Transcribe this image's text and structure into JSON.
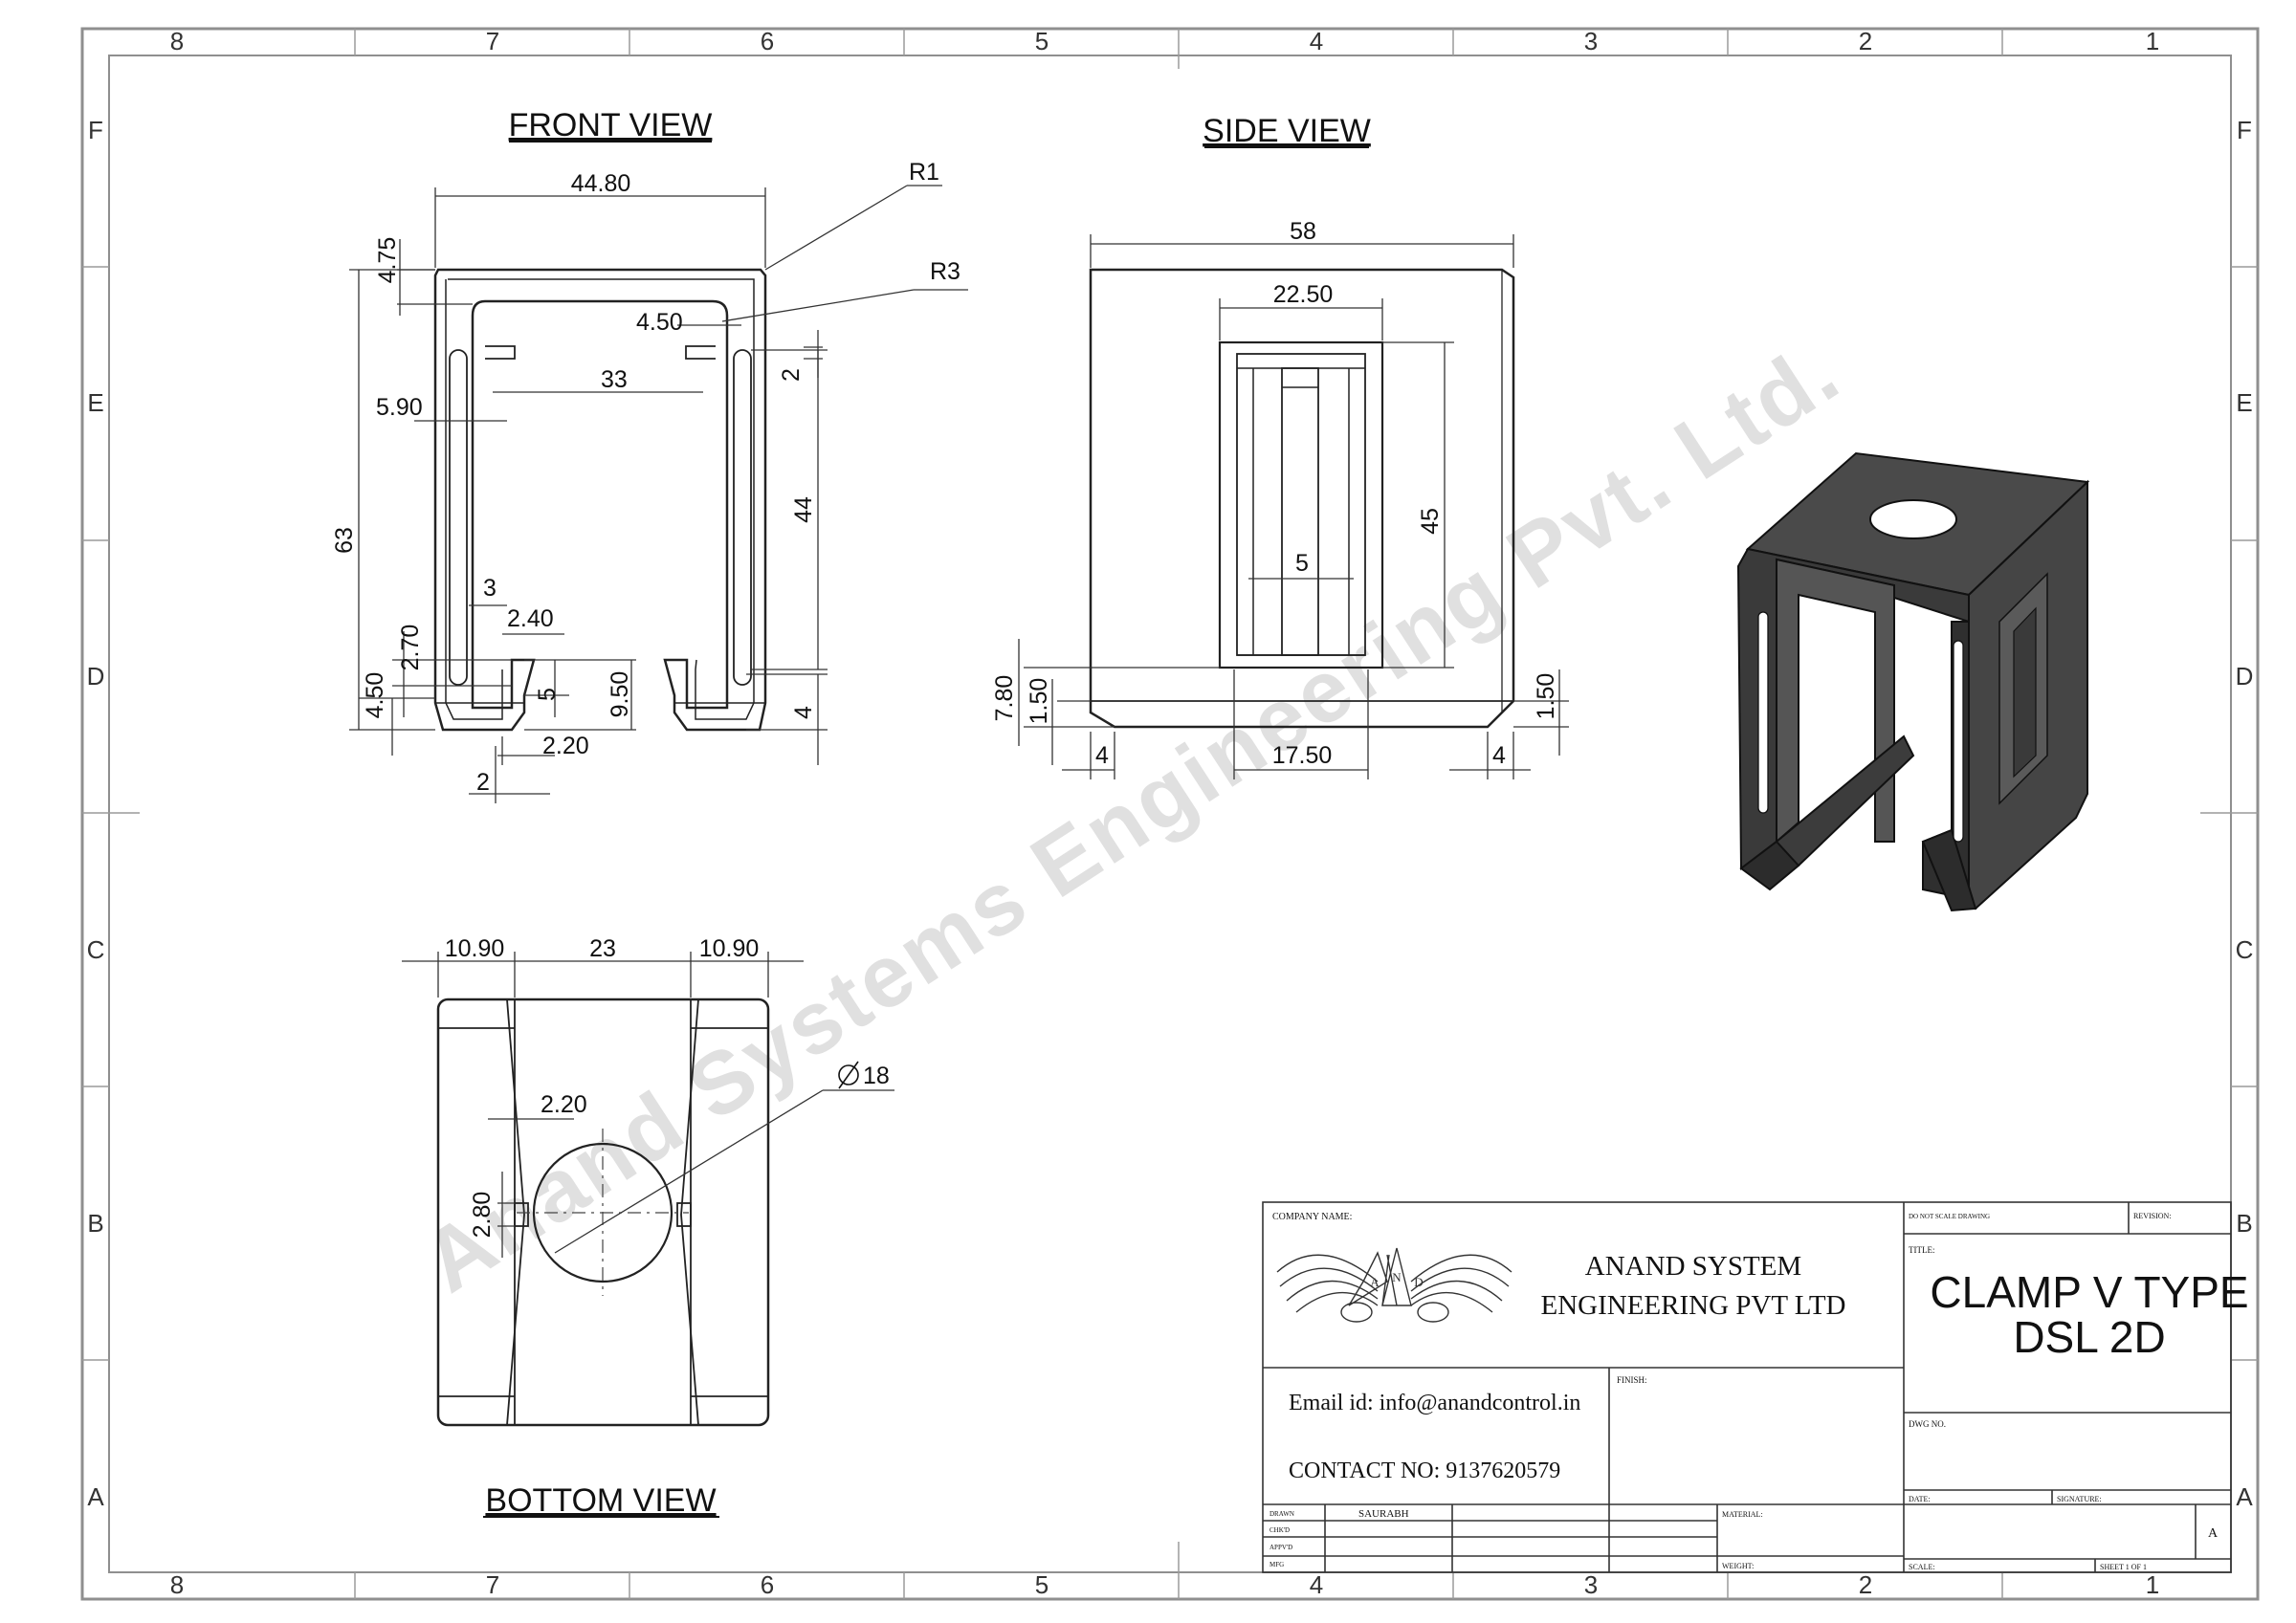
{
  "zone_columns": [
    "8",
    "7",
    "6",
    "5",
    "4",
    "3",
    "2",
    "1"
  ],
  "zone_rows": [
    "F",
    "E",
    "D",
    "C",
    "B",
    "A"
  ],
  "views": {
    "front": "FRONT VIEW",
    "side": "SIDE VIEW",
    "bottom": "BOTTOM VIEW"
  },
  "watermark": "Anand Systems Engineering Pvt. Ltd.",
  "dimensions": {
    "front": {
      "width": "44.80",
      "r1": "R1",
      "r3": "R3",
      "d475": "4.75",
      "d450_top": "4.50",
      "d33": "33",
      "d590": "5.90",
      "d2_right": "2",
      "d44": "44",
      "d63": "63",
      "d3": "3",
      "d240": "2.40",
      "d270": "2.70",
      "d5": "5",
      "d950": "9.50",
      "d450_bot": "4.50",
      "d4": "4",
      "d220": "2.20",
      "d2_bot": "2"
    },
    "side": {
      "d58": "58",
      "d2250": "22.50",
      "d45": "45",
      "d5": "5",
      "d780": "7.80",
      "d150_left": "1.50",
      "d150_right": "1.50",
      "d4_left": "4",
      "d1750": "17.50",
      "d4_right": "4"
    },
    "bottom": {
      "d1090_left": "10.90",
      "d23": "23",
      "d1090_right": "10.90",
      "d220": "2.20",
      "d280": "2.80",
      "dia18": "18"
    }
  },
  "title_block": {
    "company_name_label": "COMPANY NAME:",
    "logo_letters": [
      "A",
      "N",
      "D"
    ],
    "company_line1": "ANAND SYSTEM",
    "company_line2": "ENGINEERING PVT LTD",
    "email": "Email id: info@anandcontrol.in",
    "contact": "CONTACT NO: 9137620579",
    "finish_label": "FINISH:",
    "do_not_scale": "DO NOT SCALE DRAWING",
    "revision_label": "REVISION:",
    "title_label": "TITLE:",
    "title_line1": "CLAMP V TYPE",
    "title_line2": "DSL 2D",
    "dwg_no_label": "DWG NO.",
    "drawn_label": "DRAWN",
    "drawn_by": "SAURABH",
    "chkd_label": "CHK'D",
    "appvd_label": "APPV'D",
    "mfg_label": "MFG",
    "material_label": "MATERIAL:",
    "weight_label": "WEIGHT:",
    "date_label": "DATE:",
    "signature_label": "SIGNATURE:",
    "scale_label": "SCALE:",
    "sheet_label": "SHEET 1 OF 1",
    "size": "A"
  },
  "colors": {
    "line": "#1a1a1a",
    "frame": "#9a9a9a",
    "watermark": "#d8d8d8",
    "solid": "#3b3b3b"
  }
}
